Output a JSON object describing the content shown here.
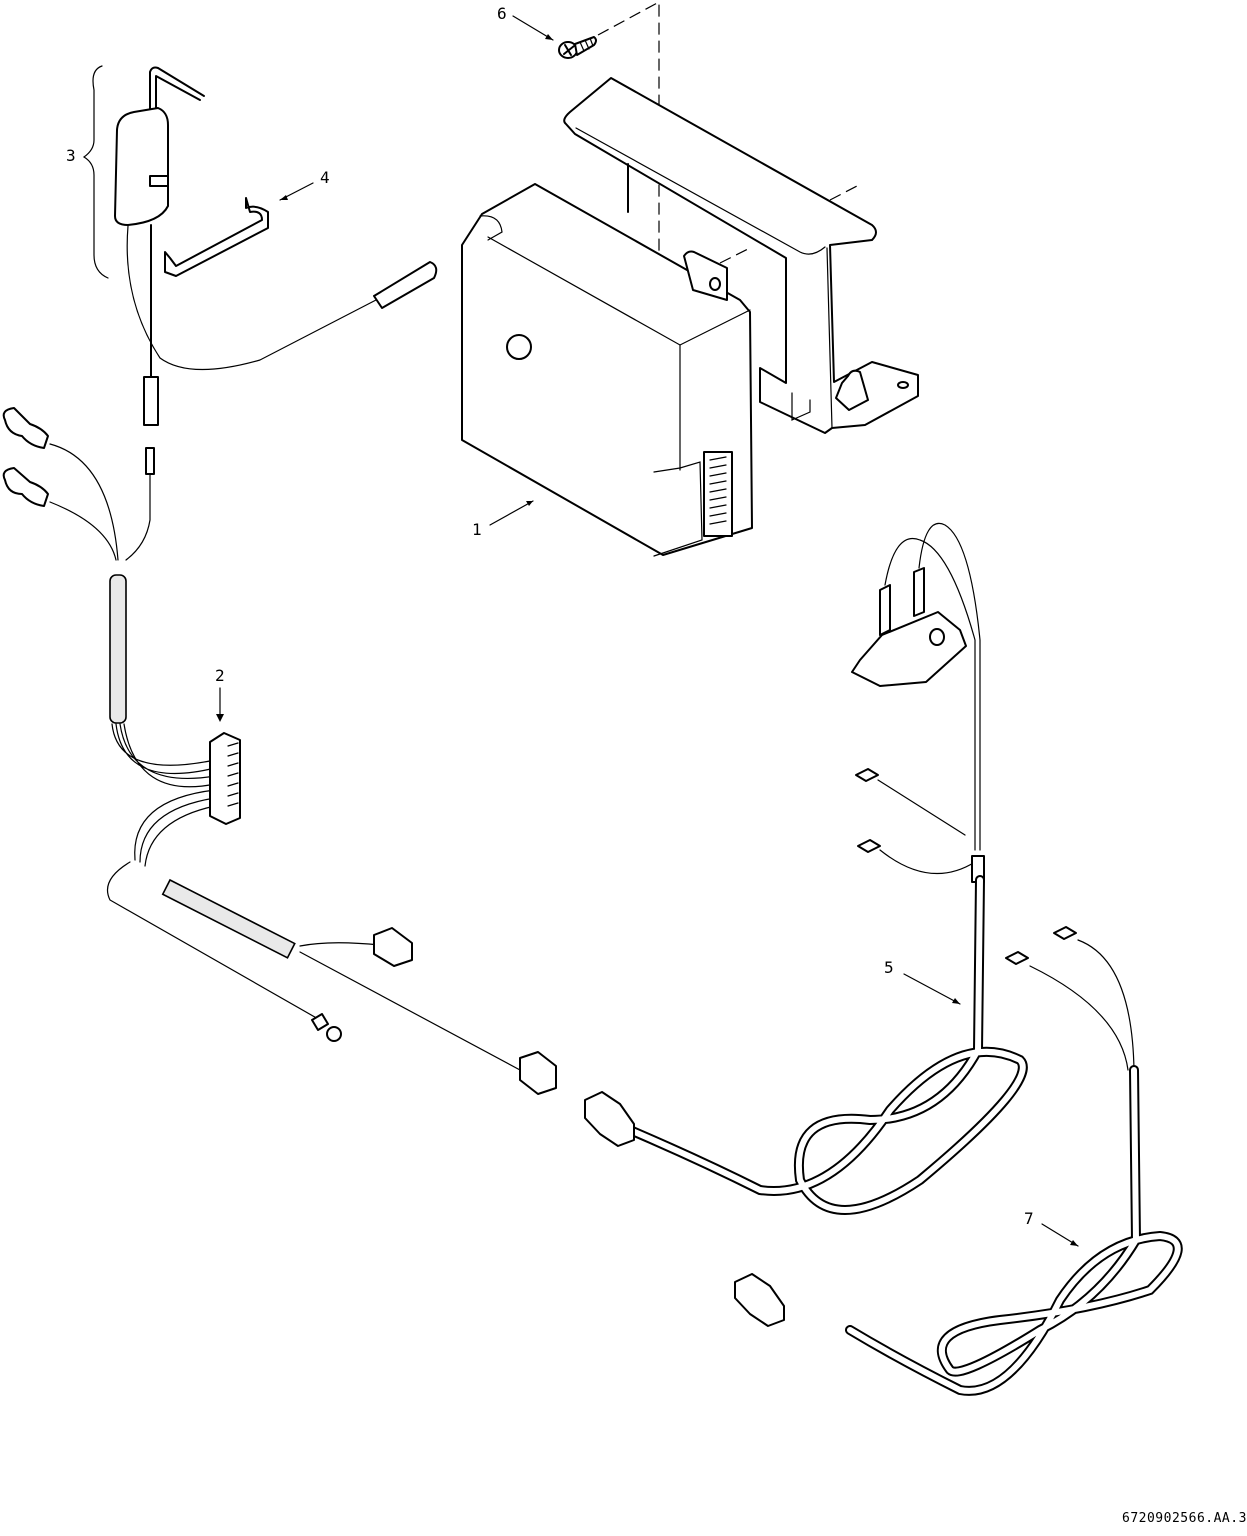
{
  "diagram": {
    "type": "exploded parts drawing",
    "document_id": "6720902566.AA.3",
    "callouts": [
      {
        "id": "1",
        "label": "1",
        "part": "control-unit"
      },
      {
        "id": "2",
        "label": "2",
        "part": "wiring-harness-connector"
      },
      {
        "id": "3",
        "label": "3",
        "part": "ignition-electrode-assembly"
      },
      {
        "id": "4",
        "label": "4",
        "part": "retaining-clip"
      },
      {
        "id": "5",
        "label": "5",
        "part": "overheat-thermostat-cable"
      },
      {
        "id": "6",
        "label": "6",
        "part": "screw"
      },
      {
        "id": "7",
        "label": "7",
        "part": "sensor-cable"
      }
    ]
  }
}
